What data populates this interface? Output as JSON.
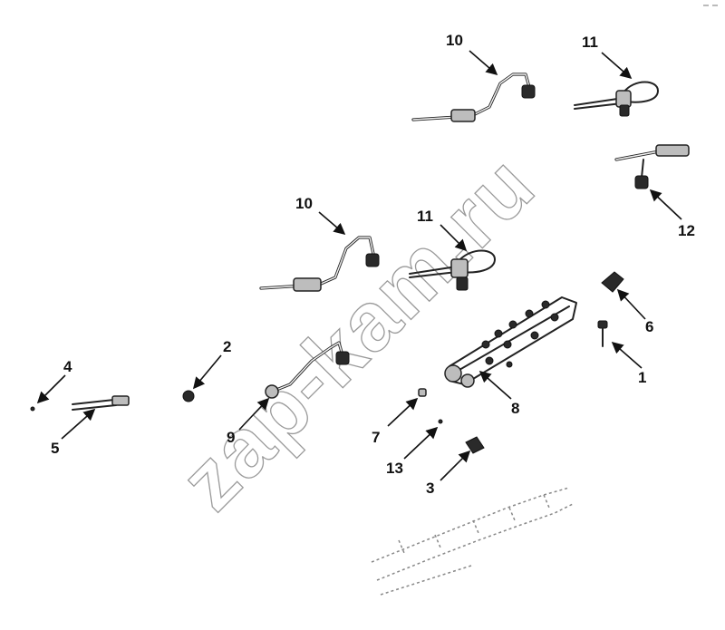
{
  "diagram": {
    "callouts": {
      "c1": "1",
      "c2": "2",
      "c3": "3",
      "c4": "4",
      "c5": "5",
      "c6": "6",
      "c7": "7",
      "c8": "8",
      "c9": "9",
      "c10_top": "10",
      "c10_mid": "10",
      "c11_top": "11",
      "c11_mid": "11",
      "c12": "12",
      "c13": "13"
    },
    "watermark": "zap-kam.ru",
    "colors": {
      "line": "#222222",
      "watermark": "#9a9a9a",
      "background": "#ffffff"
    }
  }
}
